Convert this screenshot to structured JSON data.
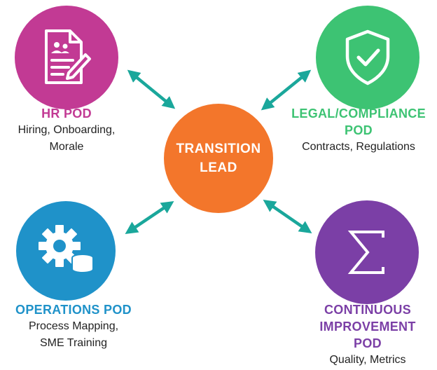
{
  "colors": {
    "hr": "#c23a94",
    "legal": "#3dc373",
    "operations": "#1f92c9",
    "continuous": "#7b3fa6",
    "center": "#f3762b",
    "arrow": "#1aa79b"
  },
  "center": {
    "line1": "TRANSITION",
    "line2": "LEAD"
  },
  "pods": {
    "hr": {
      "title": "HR POD",
      "desc1": "Hiring, Onboarding,",
      "desc2": "Morale",
      "icon": "document-people-icon"
    },
    "legal": {
      "title1": "LEGAL/COMPLIANCE",
      "title2": "POD",
      "desc1": "Contracts, Regulations",
      "icon": "shield-check-icon"
    },
    "operations": {
      "title": "OPERATIONS POD",
      "desc1": "Process Mapping,",
      "desc2": "SME Training",
      "icon": "gear-database-icon"
    },
    "continuous": {
      "title1": "CONTINUOUS",
      "title2": "IMPROVEMENT",
      "title3": "POD",
      "desc1": "Quality, Metrics",
      "icon": "sigma-icon"
    }
  }
}
